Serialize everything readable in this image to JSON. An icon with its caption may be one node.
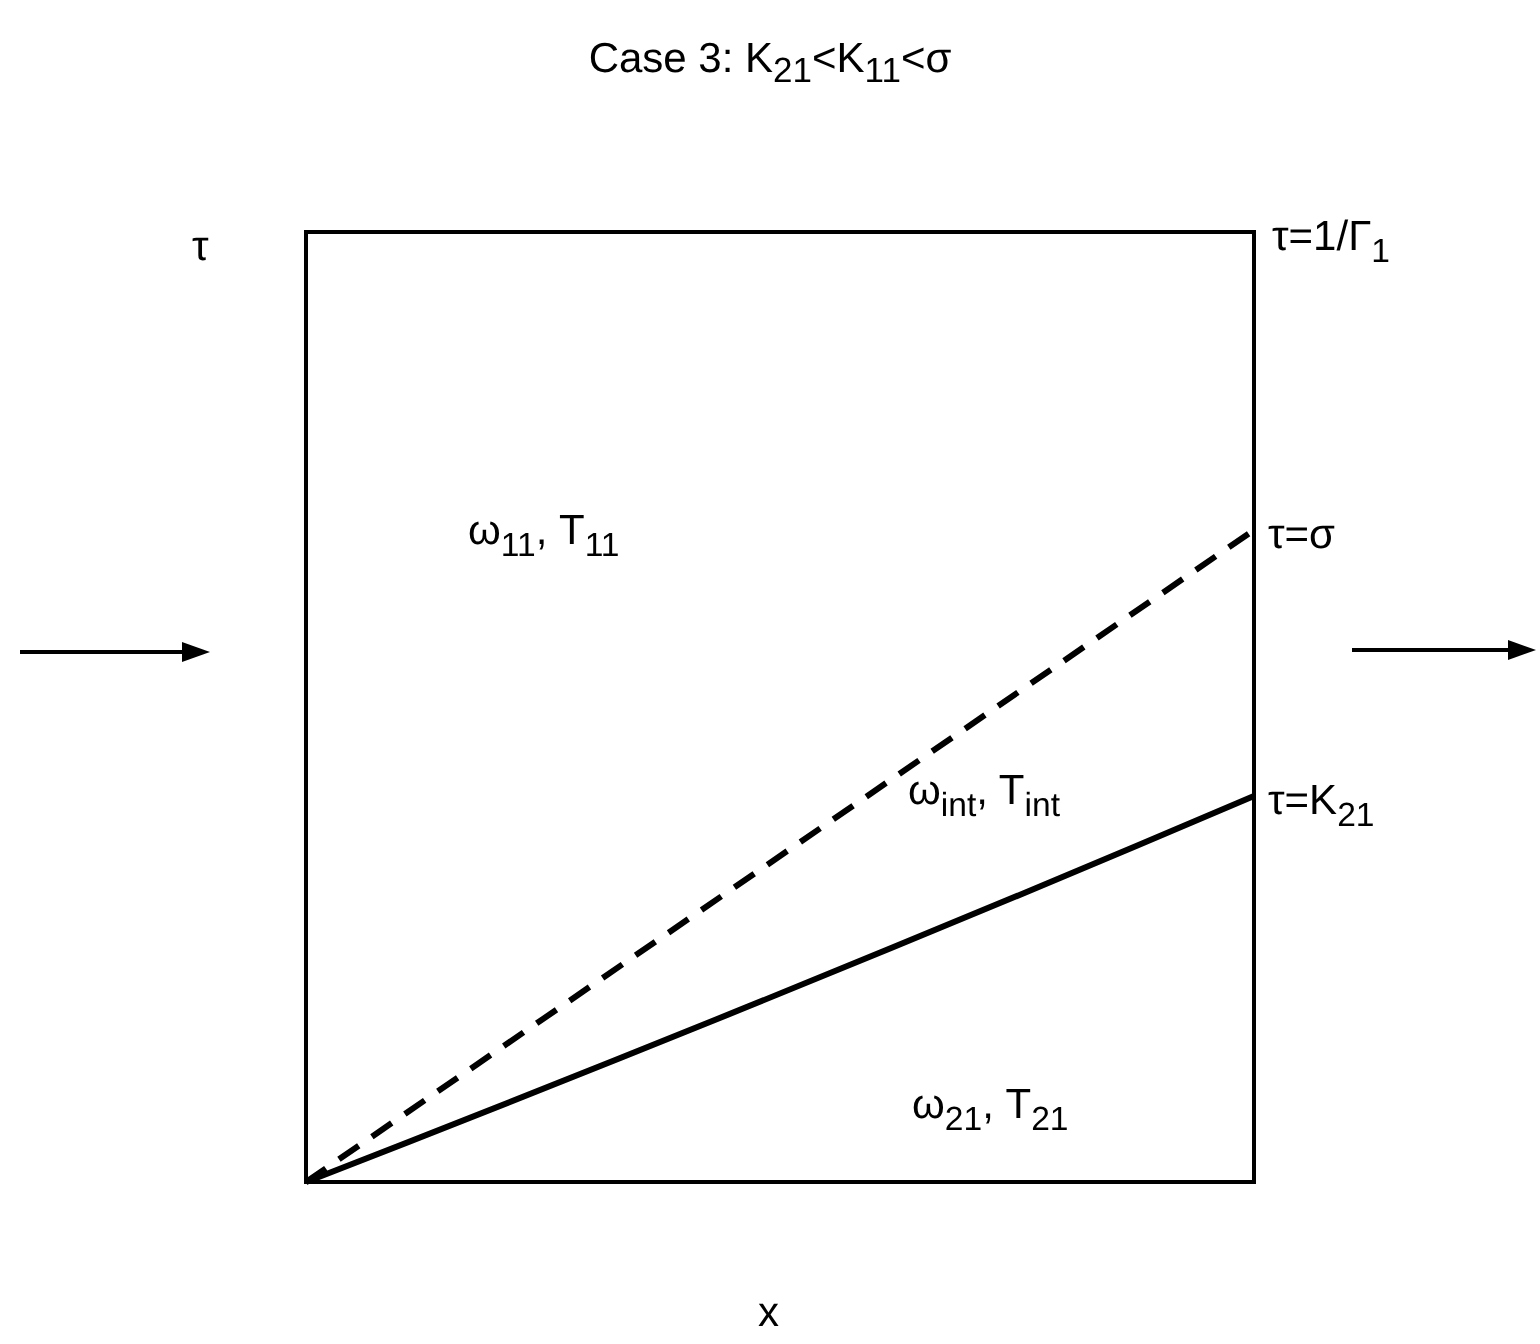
{
  "diagram": {
    "title": "Case 3: K$_{21}$<K$_{11}$<σ",
    "nodes": [
      {
        "text": [
          "ω$_{11}$, T$_{11}$",
          "ω$_{int}$, T$_{int}$",
          "ω$_{21}$, T$_{21}$"
        ]
      }
    ],
    "labels": [
      "τ=1/Γ$_{1}$",
      "τ",
      "τ=σ",
      "τ=K$_{21}$",
      "x"
    ]
  }
}
